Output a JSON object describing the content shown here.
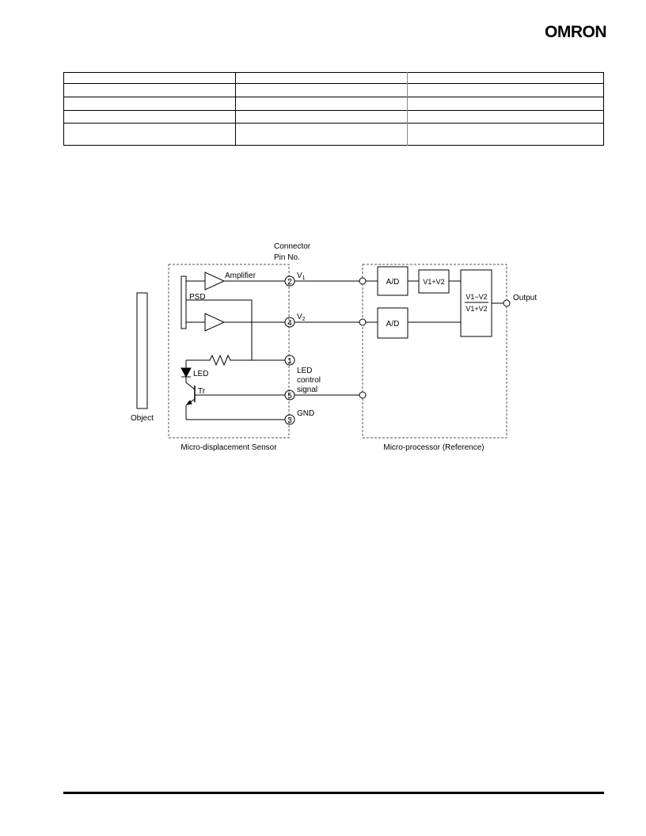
{
  "header": {
    "brand": "OMRON"
  },
  "spec_table": {
    "rows": [
      [
        "",
        "",
        ""
      ],
      [
        "",
        "",
        ""
      ],
      [
        "",
        "",
        ""
      ],
      [
        "",
        "",
        ""
      ],
      [
        "",
        "",
        ""
      ]
    ]
  },
  "diagram": {
    "connector_label_1": "Connector",
    "connector_label_2": "Pin No.",
    "amplifier": "Amplifier",
    "psd": "PSD",
    "led": "LED",
    "tr": "Tr",
    "object": "Object",
    "pins": [
      "2",
      "4",
      "1",
      "5",
      "3"
    ],
    "signal_v1": "V",
    "signal_v1_sub": "1",
    "signal_v2": "V",
    "signal_v2_sub": "2",
    "led_control_1": "LED",
    "led_control_2": "control",
    "led_control_3": "signal",
    "gnd": "GND",
    "ad_1": "A/D",
    "ad_2": "A/D",
    "sum_box": "V1+V2",
    "ratio_numerator": "V1−V2",
    "ratio_denominator": "V1+V2",
    "output": "Output",
    "sensor_caption": "Micro-displacement Sensor",
    "processor_caption": "Micro-processor (Reference)"
  }
}
